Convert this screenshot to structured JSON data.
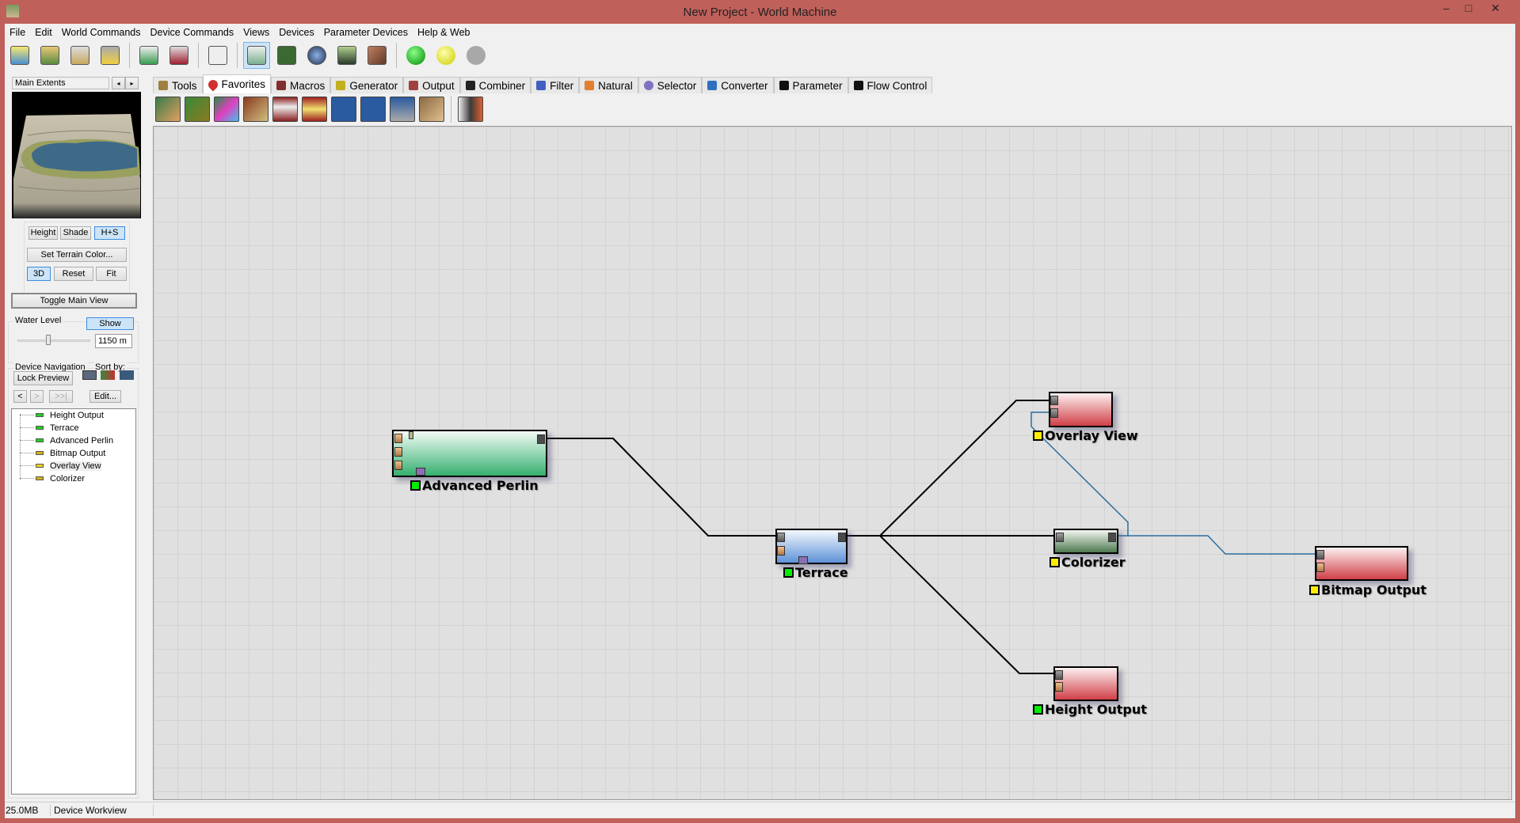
{
  "window": {
    "title": "New Project - World Machine",
    "controls": [
      "–",
      "□",
      "✕"
    ]
  },
  "menu": [
    "File",
    "Edit",
    "World Commands",
    "Device Commands",
    "Views",
    "Devices",
    "Parameter Devices",
    "Help & Web"
  ],
  "toolbar": {
    "icons": [
      "new-project-icon",
      "open-icon",
      "save-icon",
      "export-icon",
      "terrain-view-icon",
      "checklist-icon",
      "random-dice-icon",
      "device-workview-icon",
      "layout-view-icon",
      "world-view-icon",
      "3d-view-icon",
      "texture-view-icon"
    ],
    "build_status": [
      "green-build-icon",
      "yellow-build-icon",
      "gray-build-icon"
    ]
  },
  "left_panel": {
    "extents": "Main Extents",
    "view_modes": [
      "Height",
      "Shade",
      "H+S"
    ],
    "set_terrain_color": "Set Terrain Color...",
    "view_buttons": [
      "3D",
      "Reset",
      "Fit"
    ],
    "toggle_main_view": "Toggle Main View",
    "water_level": {
      "label": "Water Level",
      "show": "Show",
      "value": "1150 m",
      "slider_fraction": 0.4
    },
    "device_nav": {
      "label": "Device Navigation",
      "sort_by": "Sort by:",
      "lock_preview": "Lock Preview",
      "prev": "<",
      "next": ">",
      "last": ">>|",
      "edit": "Edit..."
    },
    "tree": [
      {
        "label": "Height Output",
        "color": "#22cc22"
      },
      {
        "label": "Terrace",
        "color": "#22cc22"
      },
      {
        "label": "Advanced Perlin",
        "color": "#22cc22"
      },
      {
        "label": "Bitmap Output",
        "color": "#d4b020"
      },
      {
        "label": "Overlay View",
        "color": "#f0d020"
      },
      {
        "label": "Colorizer",
        "color": "#d4b020"
      }
    ]
  },
  "tabs": [
    "Tools",
    "Favorites",
    "Macros",
    "Generator",
    "Output",
    "Combiner",
    "Filter",
    "Natural",
    "Selector",
    "Converter",
    "Parameter",
    "Flow Control"
  ],
  "tab_selected": "Favorites",
  "nodes": {
    "perlin": {
      "label": "Advanced Perlin",
      "status": "#00ee00"
    },
    "terrace": {
      "label": "Terrace",
      "status": "#00ee00"
    },
    "overlay": {
      "label": "Overlay View",
      "status": "#ffee00"
    },
    "colorizer": {
      "label": "Colorizer",
      "status": "#ffee00"
    },
    "bitmap": {
      "label": "Bitmap Output",
      "status": "#ffee00"
    },
    "height": {
      "label": "Height Output",
      "status": "#00ee00"
    }
  },
  "status": {
    "memory": "25.0MB",
    "view": "Device Workview"
  }
}
